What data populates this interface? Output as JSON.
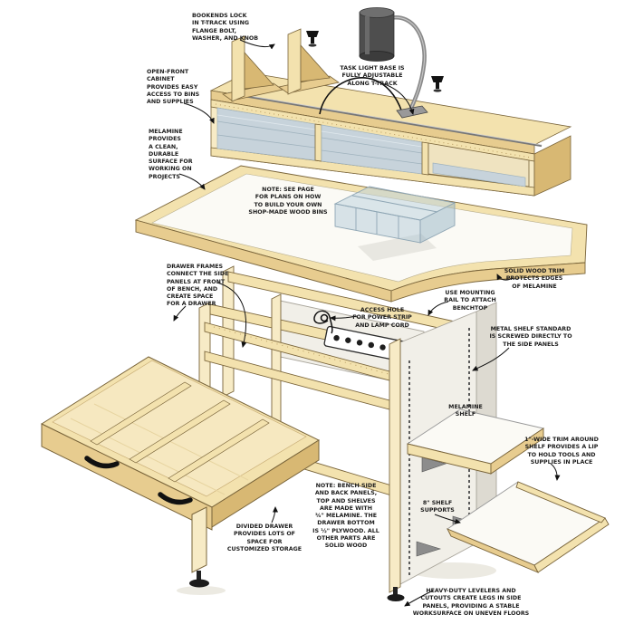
{
  "figure": {
    "kind": "woodworking exploded-view illustration",
    "subject": "modular shop workbench with upper bin cabinet, task light, melamine benchtop, divided drawer and adjustable shelves"
  },
  "palette": {
    "wood_light": "#F3E2AE",
    "wood_mid": "#E7CC8F",
    "wood_dark": "#D8B873",
    "wood_face": "#F7EBC6",
    "outline": "#79643A",
    "melamine": "#FBFAF5",
    "panel": "#F1EFE8",
    "panel_shade": "#DDDAD1",
    "bin_blue": "#C7D3DB",
    "bin_line": "#9FB2BD",
    "metal_gray": "#8C8C8C",
    "lamp_dark": "#4E4E4E",
    "lamp_mid": "#6F6F6F",
    "ink": "#1D1D1D",
    "shadow": "#ECEAE2"
  },
  "callouts": {
    "bookends": {
      "text": "BOOKENDS LOCK\nIN T-TRACK USING\nFLANGE BOLT,\nWASHER, AND KNOB"
    },
    "task_light": {
      "text": "TASK LIGHT BASE IS\nFULLY ADJUSTABLE\nALONG T-TRACK"
    },
    "open_front": {
      "text": "OPEN-FRONT\nCABINET\nPROVIDES EASY\nACCESS TO BINS\nAND SUPPLIES"
    },
    "melamine_top": {
      "text": "MELAMINE\nPROVIDES\nA CLEAN,\nDURABLE\nSURFACE FOR\nWORKING ON\nPROJECTS"
    },
    "note_bins": {
      "text": "NOTE: SEE PAGE\nFOR PLANS ON HOW\nTO BUILD YOUR OWN\nSHOP-MADE WOOD BINS"
    },
    "solid_trim": {
      "text": "SOLID WOOD TRIM\nPROTECTS EDGES\nOF MELAMINE"
    },
    "mounting_rail": {
      "text": "USE MOUNTING\nRAIL TO ATTACH\nBENCHTOP"
    },
    "metal_standard": {
      "text": "METAL SHELF STANDARD\nIS SCREWED DIRECTLY TO\nTHE SIDE PANELS"
    },
    "drawer_frames": {
      "text": "DRAWER FRAMES\nCONNECT THE SIDE\nPANELS AT FRONT\nOF BENCH, AND\nCREATE SPACE\nFOR A DRAWER"
    },
    "access_hole": {
      "text": "ACCESS HOLE\nFOR POWER STRIP\nAND LAMP CORD"
    },
    "melamine_shelf": {
      "text": "MELAMINE\nSHELF"
    },
    "trim_lip": {
      "text": "1\"-WIDE TRIM AROUND\nSHELF PROVIDES A LIP\nTO HOLD TOOLS AND\nSUPPLIES IN PLACE"
    },
    "shelf_supports": {
      "text": "8\" SHELF\nSUPPORTS"
    },
    "note_materials": {
      "text": "NOTE: BENCH SIDE\nAND BACK PANELS,\nTOP AND SHELVES\nARE MADE WITH\n¾\" MELAMINE. THE\nDRAWER BOTTOM\nIS ½\" PLYWOOD. ALL\nOTHER PARTS ARE\nSOLID WOOD"
    },
    "divided_drawer": {
      "text": "DIVIDED DRAWER\nPROVIDES LOTS OF\nSPACE FOR\nCUSTOMIZED STORAGE"
    },
    "levelers": {
      "text": "HEAVY-DUTY LEVELERS AND\nCUTOUTS CREATE LEGS IN SIDE\nPANELS, PROVIDING A STABLE\nWORKSURFACE ON UNEVEN FLOORS"
    }
  }
}
